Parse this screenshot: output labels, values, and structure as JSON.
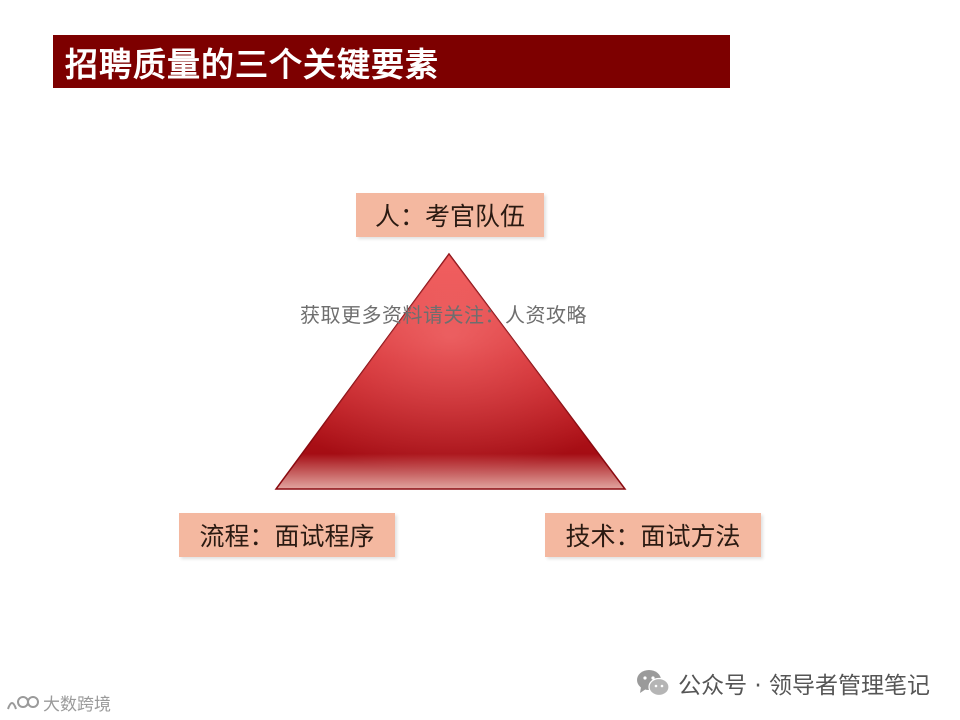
{
  "title": "招聘质量的三个关键要素",
  "diagram": {
    "top_label": "人：考官队伍",
    "left_label": "流程：面试程序",
    "right_label": "技术：面试方法"
  },
  "watermark": {
    "center_text": "获取更多资料请关注：人资攻略",
    "account_text": "公众号 · 领导者管理笔记",
    "logo_text": "大数跨境"
  },
  "icons": {
    "account": "wechat-icon",
    "logo": "brand-logo-icon"
  },
  "colors": {
    "title_bar": "#7d0000",
    "label_fill": "#f4b8a0",
    "triangle": "#c8191e"
  }
}
